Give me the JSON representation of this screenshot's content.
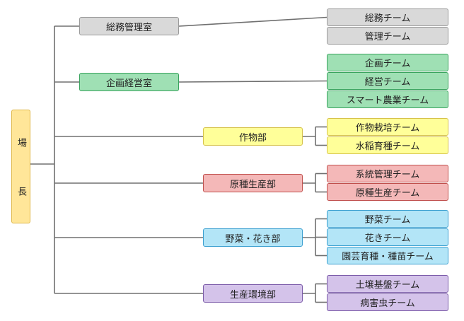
{
  "root": {
    "label_top": "場",
    "label_bottom": "長",
    "color": {
      "fill": "#ffe699",
      "border": "#e0b84a"
    }
  },
  "departments": [
    {
      "name": "総務管理室",
      "color": {
        "fill": "#d9d9d9",
        "border": "#9a9a9a"
      },
      "teams": [
        "総務チーム",
        "管理チーム"
      ]
    },
    {
      "name": "企画経営室",
      "color": {
        "fill": "#9fe0b4",
        "border": "#3aa35e"
      },
      "teams": [
        "企画チーム",
        "経営チーム",
        "スマート農業チーム"
      ]
    },
    {
      "name": "作物部",
      "color": {
        "fill": "#ffff99",
        "border": "#d6c24a"
      },
      "teams": [
        "作物栽培チーム",
        "水稲育種チーム"
      ]
    },
    {
      "name": "原種生産部",
      "color": {
        "fill": "#f4b8b8",
        "border": "#c0504d"
      },
      "teams": [
        "系統管理チーム",
        "原種生産チーム"
      ]
    },
    {
      "name": "野菜・花き部",
      "color": {
        "fill": "#b3e5f7",
        "border": "#3a9fd0"
      },
      "teams": [
        "野菜チーム",
        "花きチーム",
        "園芸育種・種苗チーム"
      ]
    },
    {
      "name": "生産環境部",
      "color": {
        "fill": "#d4c3ea",
        "border": "#7a5aa8"
      },
      "teams": [
        "土壌基盤チーム",
        "病害虫チーム"
      ]
    }
  ],
  "connector_color": "#707070"
}
